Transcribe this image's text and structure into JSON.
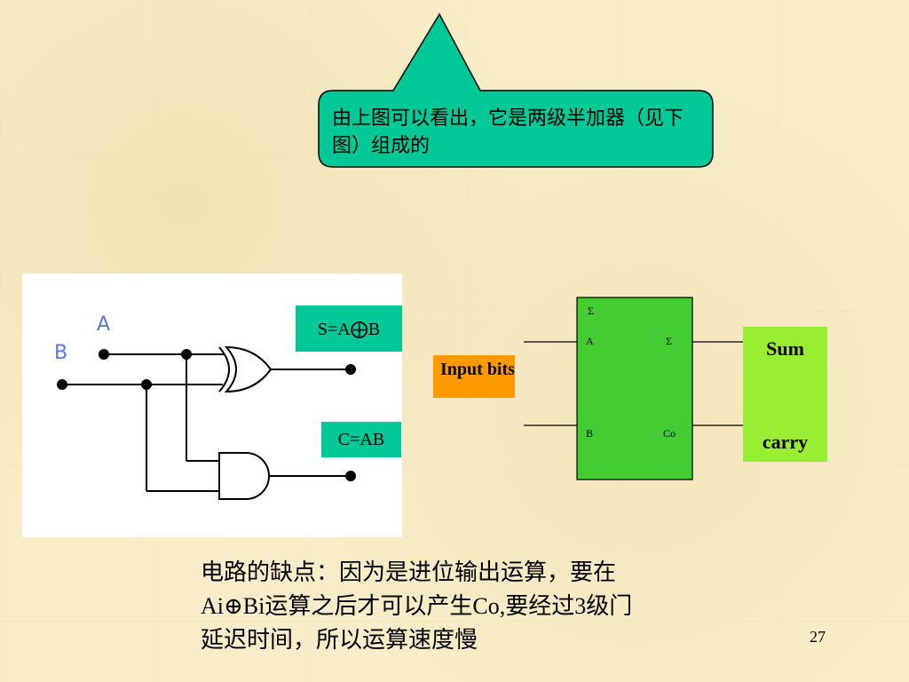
{
  "callout": {
    "text": "由上图可以看出，它是两级半加器（见下图）组成的",
    "fill": "#00c896"
  },
  "circuit": {
    "input_a": "A",
    "input_b": "B",
    "sum_equation": "S=A⨁B",
    "carry_equation": "C=AB"
  },
  "block": {
    "top_symbol": "Σ",
    "pin_a": "A",
    "pin_b": "B",
    "pin_sum": "Σ",
    "pin_co": "Co",
    "fill": "#44cc33"
  },
  "input_label": "Input bits",
  "outputs": {
    "sum": "Sum",
    "carry": "carry"
  },
  "note": {
    "line1": "电路的缺点：因为是进位输出运算，要在",
    "line2": "Ai⊕Bi运算之后才可以产生Co,要经过3级门",
    "line3": "延迟时间，所以运算速度慢"
  },
  "page_number": "27"
}
